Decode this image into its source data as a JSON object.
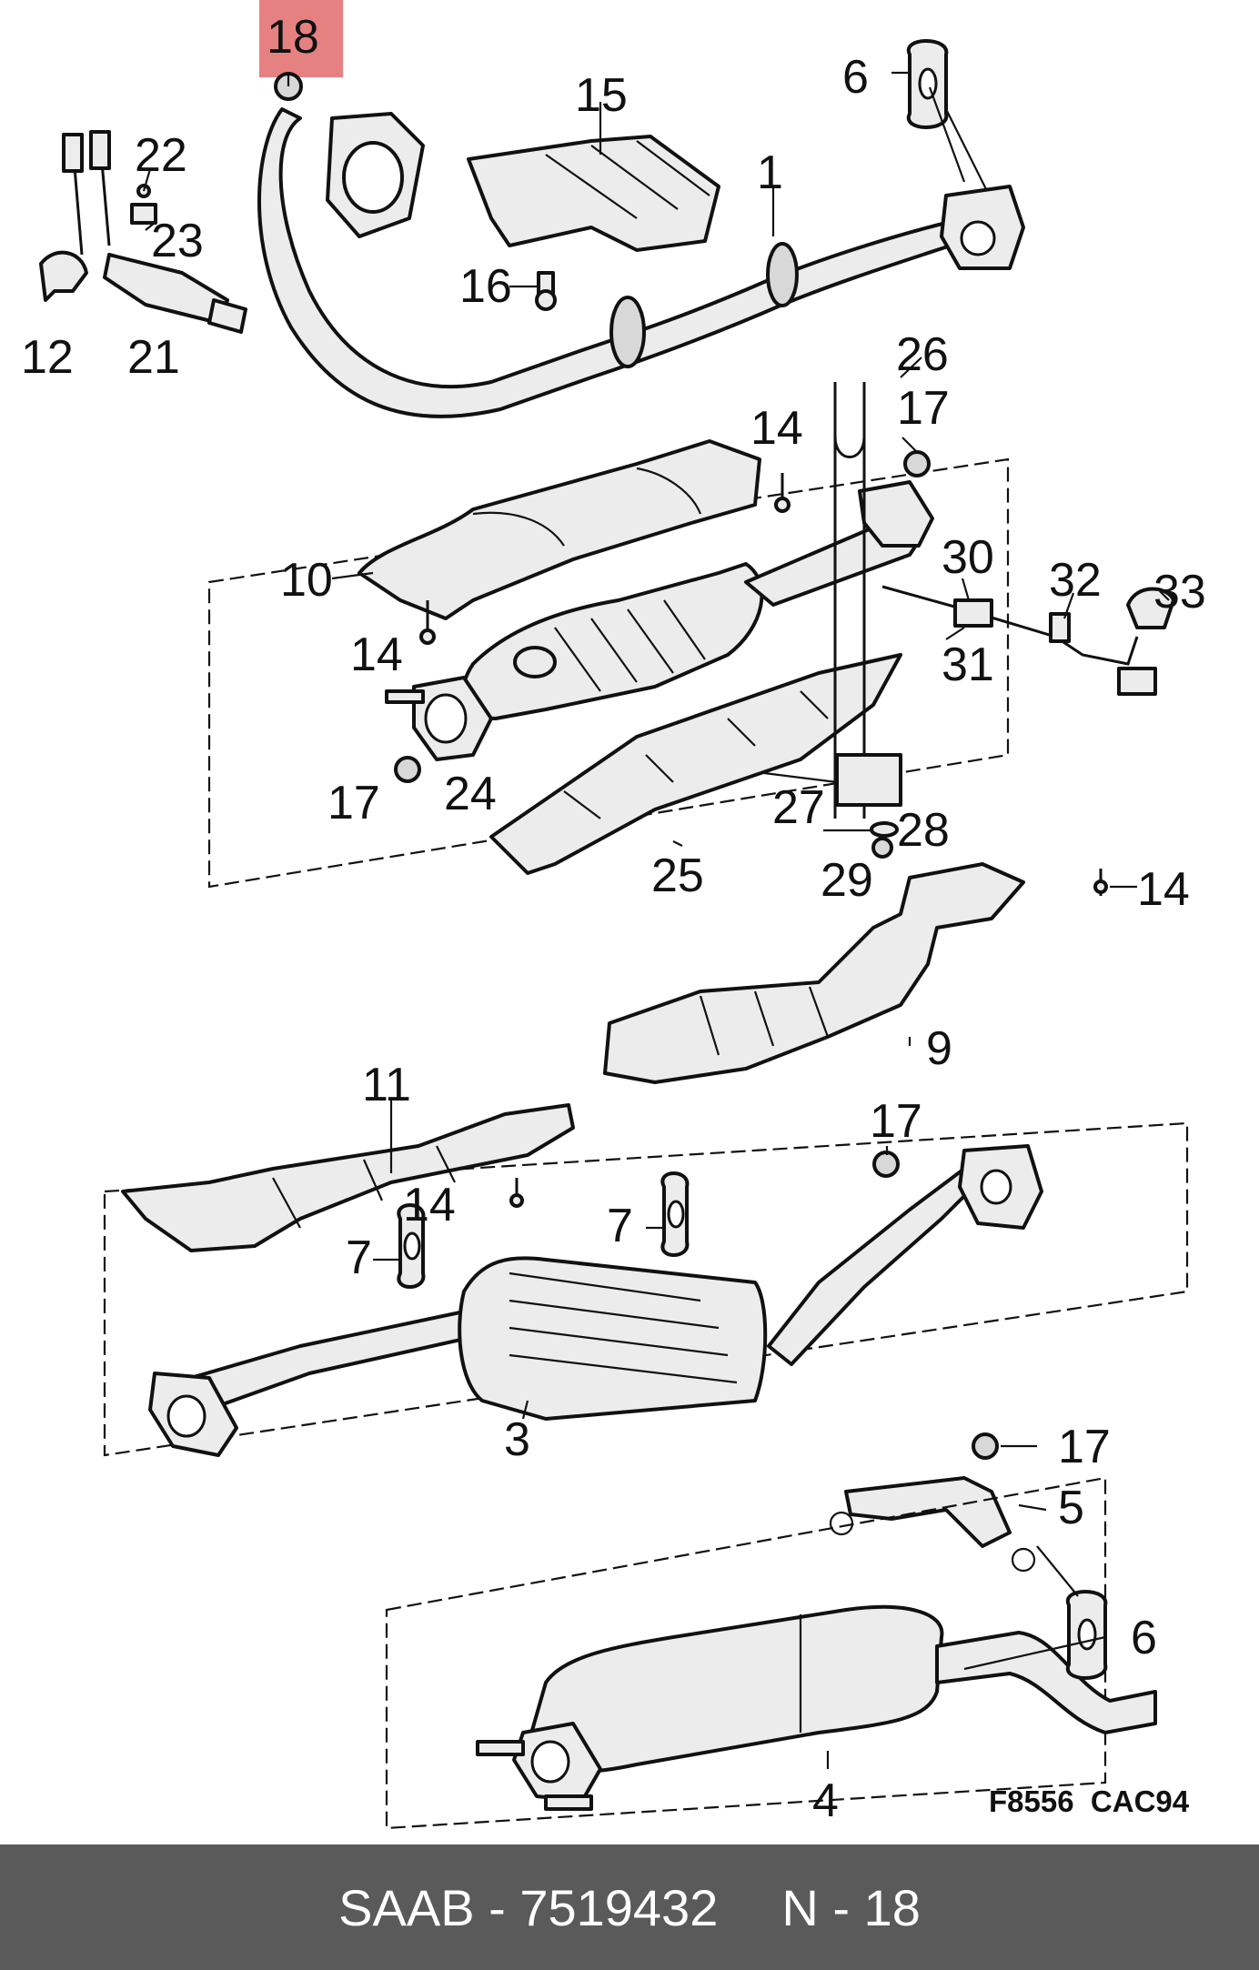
{
  "diagram": {
    "drawing_code": "F8556  CAC94",
    "callouts": [
      "18",
      "15",
      "6",
      "1",
      "22",
      "23",
      "16",
      "12",
      "21",
      "26",
      "17",
      "14",
      "10",
      "30",
      "32",
      "33",
      "31",
      "14",
      "17",
      "24",
      "25",
      "27",
      "28",
      "29",
      "14",
      "9",
      "11",
      "17",
      "14",
      "7",
      "7",
      "3",
      "17",
      "5",
      "6",
      "4"
    ],
    "highlight_color": "#e26b6b"
  },
  "footer": {
    "brand_part": "SAAB - 7519432",
    "position": "N - 18"
  }
}
